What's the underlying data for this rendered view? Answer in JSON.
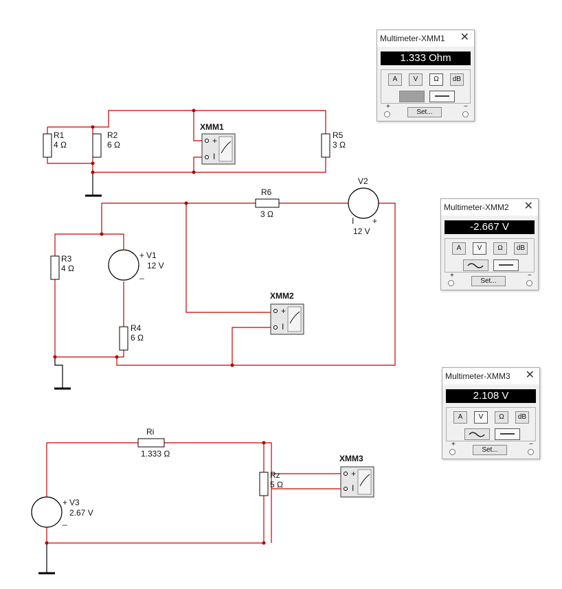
{
  "circuit": {
    "components": {
      "r1": {
        "name": "R1",
        "value": "4 Ω"
      },
      "r2": {
        "name": "R2",
        "value": "6 Ω"
      },
      "r5": {
        "name": "R5",
        "value": "3 Ω"
      },
      "r6": {
        "name": "R6",
        "value": "3 Ω"
      },
      "r3": {
        "name": "R3",
        "value": "4 Ω"
      },
      "r4": {
        "name": "R4",
        "value": "6 Ω"
      },
      "ri": {
        "name": "Ri",
        "value": "1.333 Ω"
      },
      "rz": {
        "name": "Rz",
        "value": "5 Ω"
      },
      "v1": {
        "name": "V1",
        "value": "12 V"
      },
      "v2": {
        "name": "V2",
        "value": "12 V"
      },
      "v3": {
        "name": "V3",
        "value": "2.67 V"
      }
    },
    "instruments": {
      "xmm1": "XMM1",
      "xmm2": "XMM2",
      "xmm3": "XMM3"
    },
    "wire_color": "#c80000",
    "node_color": "#b40000"
  },
  "multimeters": {
    "xmm1": {
      "title": "Multimeter-XMM1",
      "reading": "1.333 Ohm",
      "active_mode": "ohm",
      "active_wave": "ac"
    },
    "xmm2": {
      "title": "Multimeter-XMM2",
      "reading": "-2.667 V",
      "active_mode": "volt",
      "active_wave": "dc"
    },
    "xmm3": {
      "title": "Multimeter-XMM3",
      "reading": "2.108 V",
      "active_mode": "volt",
      "active_wave": "dc"
    }
  },
  "multimeter_controls": {
    "mode_buttons": [
      "A",
      "V",
      "Ω",
      "dB"
    ],
    "set_label": "Set...",
    "close_glyph": "✕",
    "plus": "+",
    "minus": "−",
    "icons": [
      "close-icon",
      "ac-wave-icon",
      "dc-line-icon",
      "terminal-icon"
    ]
  }
}
